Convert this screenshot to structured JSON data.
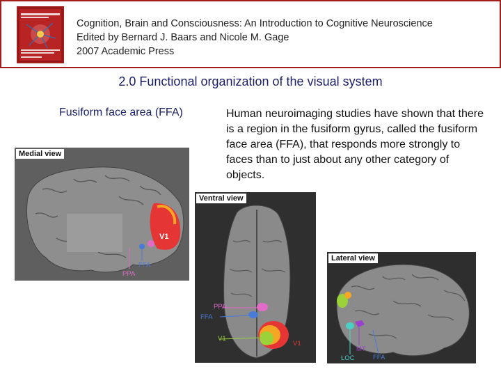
{
  "header": {
    "line1": "Cognition, Brain and Consciousness: An Introduction to Cognitive Neuroscience",
    "line2": "Edited by Bernard J. Baars and Nicole M. Gage",
    "line3": "2007 Academic Press",
    "cover_color": "#a51c1c"
  },
  "slide_title": "2.0 Functional organization of the visual system",
  "section": {
    "heading": "Fusiform face area (FFA)",
    "body": "Human neuroimaging studies have shown that there is a region in the fusiform gyrus, called the fusiform face area (FFA), that responds more strongly to faces than to just about any other category of objects."
  },
  "figures": {
    "medial": {
      "title": "Medial view",
      "labels": {
        "v1": "V1",
        "ffa": "FFA",
        "ppa": "PPA"
      }
    },
    "ventral": {
      "title": "Ventral view",
      "labels": {
        "ppa": "PPA",
        "ffa": "FFA",
        "v1_left": "V1",
        "v1_right": "V1"
      }
    },
    "lateral": {
      "title": "Lateral view",
      "labels": {
        "loc": "LOC",
        "mt": "MT",
        "ffa": "FFA"
      }
    }
  },
  "colors": {
    "title_text": "#1a1f66",
    "border": "#a51c1c",
    "ffa_blue": "#4b7bd8",
    "ppa_pink": "#e26bc8",
    "v1_red": "#e53535"
  }
}
